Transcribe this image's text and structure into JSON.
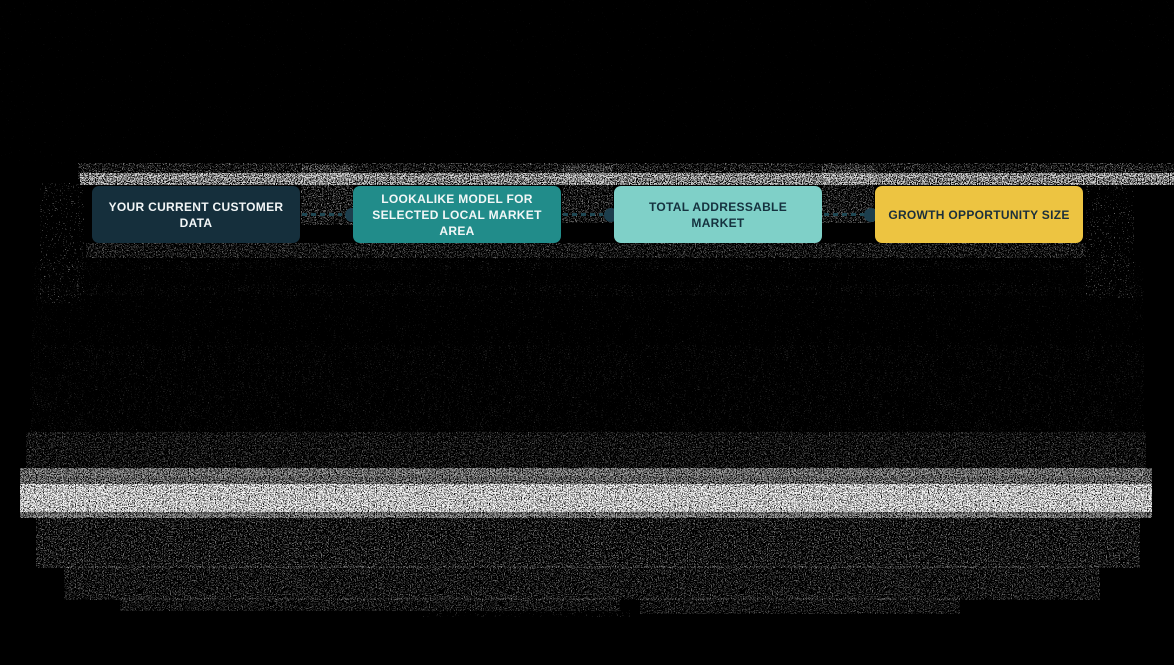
{
  "diagram": {
    "title_hint": "customer growth funnel flow",
    "background_color": "#000000",
    "steps": [
      {
        "label": "YOUR CURRENT CUSTOMER DATA",
        "bg": "#152f3c",
        "text_color": "#f2f6f7"
      },
      {
        "label": "LOOKALIKE MODEL FOR SELECTED LOCAL MARKET AREA",
        "bg": "#218c8a",
        "text_color": "#f2f7f7"
      },
      {
        "label": "TOTAL ADDRESSABLE MARKET",
        "bg": "#7fd0c8",
        "text_color": "#15323f"
      },
      {
        "label": "GROWTH OPPORTUNITY SIZE",
        "bg": "#edc441",
        "text_color": "#1b2f3b"
      }
    ],
    "connector": {
      "style": "dashed-line-with-dot",
      "dash_color": "#1f4854",
      "dot_color": "#1c3e4d"
    },
    "redacted_content": "remainder of screenshot obscured by speckle noise"
  }
}
